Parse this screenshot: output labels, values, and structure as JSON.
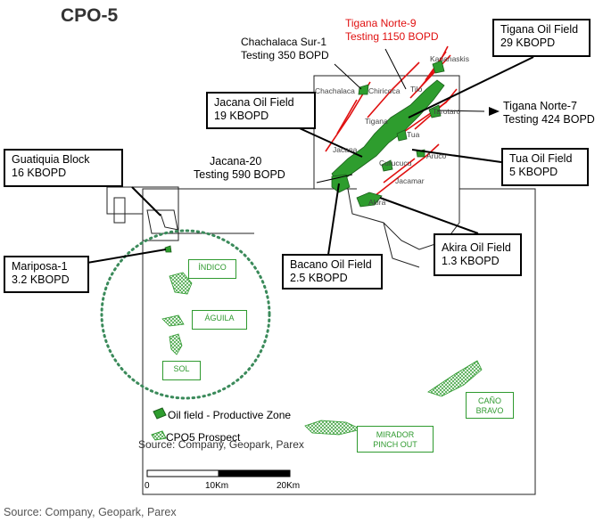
{
  "title": "CPO-5",
  "labels": {
    "chachalaca_sur": [
      "Chachalaca Sur-1",
      "Testing 350 BOPD"
    ],
    "tigana_norte9": [
      "Tigana Norte-9",
      "Testing 1150 BOPD"
    ],
    "tigana_norte7": [
      "Tigana Norte-7",
      "Testing 424 BOPD"
    ],
    "jacana20": [
      "Jacana-20",
      "Testing 590 BOPD"
    ]
  },
  "boxes": {
    "tigana": [
      "Tigana Oil Field",
      "29 KBOPD"
    ],
    "jacana": [
      "Jacana Oil Field",
      "19 KBOPD"
    ],
    "guatiquia": [
      "Guatiquia Block",
      "16 KBOPD"
    ],
    "tua": [
      "Tua Oil Field",
      "5 KBOPD"
    ],
    "bacano": [
      "Bacano Oil Field",
      "2.5 KBOPD"
    ],
    "akira": [
      "Akira Oil Field",
      "1.3 KBOPD"
    ],
    "mariposa": [
      "Mariposa-1",
      "3.2 KBOPD"
    ]
  },
  "field_names": {
    "kananaskis": "Kananaskis",
    "chachalaca": "Chachalaca",
    "chiricoca": "Chiricoca",
    "tilo": "Tilo",
    "tigana": "Tigana",
    "jacana": "Jacana",
    "tarotaro": "Tarotaro",
    "tua": "Tua",
    "aruco": "Aruco",
    "curucucu": "Curucucu",
    "jacamar": "Jacamar",
    "akira": "Akira"
  },
  "prospects": {
    "indico": "ÍNDICO",
    "aguila": "ÁGUILA",
    "sol": "SOL",
    "cano_bravo": [
      "CAÑO",
      "BRAVO"
    ],
    "mirador": [
      "MIRADOR",
      "PINCH OUT"
    ]
  },
  "legend": {
    "oil_field": "Oil field - Productive Zone",
    "prospect": "CPO5 Prospect",
    "source_overlay": "Source: Company, Geopark, Parex"
  },
  "scale": [
    "0",
    "10Km",
    "20Km"
  ],
  "source": "Source: Company, Geopark, Parex",
  "colors": {
    "oil": "#2e9d2e",
    "fault": "#e01010",
    "prospect": "#2f9a2f",
    "dotted_circle": "#3a8a5a"
  }
}
